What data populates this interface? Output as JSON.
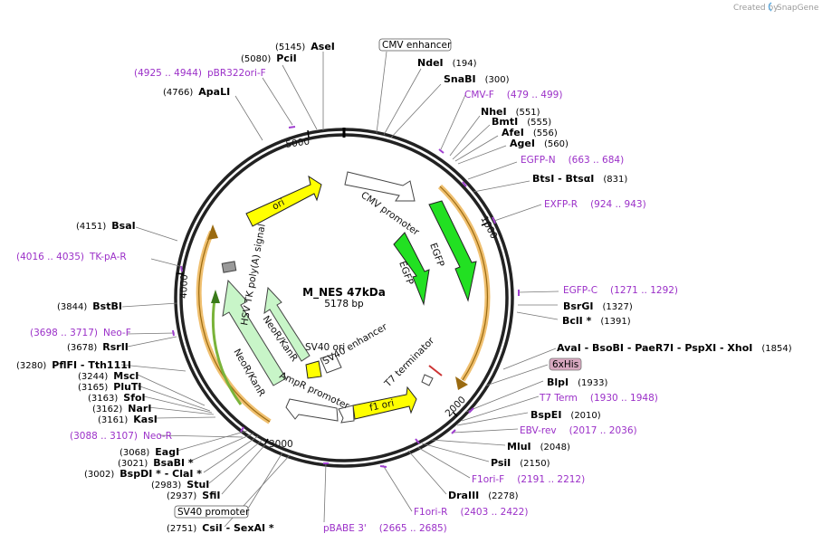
{
  "credit": {
    "created_by": "Created by",
    "brand": "SnapGene"
  },
  "plasmid": {
    "name": "M_NES 47kDa",
    "length": "5178 bp"
  },
  "ticks": [
    "1000",
    "2000",
    "3000",
    "4000",
    "5000"
  ],
  "features": [
    {
      "name": "CMV promoter",
      "type": "promoter"
    },
    {
      "name": "EGFP",
      "type": "cds"
    },
    {
      "name": "EGFP",
      "type": "cds"
    },
    {
      "name": "T7 terminator",
      "type": "terminator"
    },
    {
      "name": "f1 ori",
      "type": "origin"
    },
    {
      "name": "AmpR promoter",
      "type": "promoter"
    },
    {
      "name": "SV40 ori",
      "type": "origin"
    },
    {
      "name": "SV40 enhancer",
      "type": "enhancer"
    },
    {
      "name": "NeoR/KanR",
      "type": "cds"
    },
    {
      "name": "NeoR/KanR",
      "type": "cds"
    },
    {
      "name": "HSV TK poly(A) signal",
      "type": "polyA"
    },
    {
      "name": "ori",
      "type": "origin"
    }
  ],
  "sites": [
    {
      "name": "AseI",
      "pos": "(5145)"
    },
    {
      "name": "PciI",
      "pos": "(5080)"
    },
    {
      "name": "pBR322ori-F",
      "pos": "(4925 .. 4944)",
      "primer": true
    },
    {
      "name": "ApaLI",
      "pos": "(4766)"
    },
    {
      "name": "CMV enhancer",
      "boxed": true
    },
    {
      "name": "NdeI",
      "pos": "(194)"
    },
    {
      "name": "SnaBI",
      "pos": "(300)"
    },
    {
      "name": "CMV-F",
      "pos": "(479 .. 499)",
      "primer": true
    },
    {
      "name": "NheI",
      "pos": "(551)"
    },
    {
      "name": "BmtI",
      "pos": "(555)"
    },
    {
      "name": "AfeI",
      "pos": "(556)"
    },
    {
      "name": "AgeI",
      "pos": "(560)"
    },
    {
      "name": "EGFP-N",
      "pos": "(663 .. 684)",
      "primer": true
    },
    {
      "name": "BtsI",
      "extra": " - BtsαI",
      "pos": "(831)"
    },
    {
      "name": "EXFP-R",
      "pos": "(924 .. 943)",
      "primer": true
    },
    {
      "name": "BsaI",
      "pos": "(4151)"
    },
    {
      "name": "TK-pA-R",
      "pos": "(4016 .. 4035)",
      "primer": true
    },
    {
      "name": "EGFP-C",
      "pos": "(1271 .. 1292)",
      "primer": true
    },
    {
      "name": "BsrGI",
      "pos": "(1327)"
    },
    {
      "name": "BclI *",
      "pos": "(1391)"
    },
    {
      "name": "BstBI",
      "pos": "(3844)"
    },
    {
      "name": "Neo-F",
      "pos": "(3698 .. 3717)",
      "primer": true
    },
    {
      "name": "RsrII",
      "pos": "(3678)"
    },
    {
      "name": "AvaI",
      "extra": " - BsoBI - PaeR7I - PspXI - XhoI",
      "pos": "(1854)"
    },
    {
      "name": "6xHis",
      "boxed": true
    },
    {
      "name": "PflFI",
      "extra": " - Tth111I",
      "pos": "(3280)"
    },
    {
      "name": "MscI",
      "pos": "(3244)"
    },
    {
      "name": "PluTI",
      "pos": "(3165)"
    },
    {
      "name": "SfoI",
      "pos": "(3163)"
    },
    {
      "name": "NarI",
      "pos": "(3162)"
    },
    {
      "name": "KasI",
      "pos": "(3161)"
    },
    {
      "name": "BlpI",
      "pos": "(1933)"
    },
    {
      "name": "T7 Term",
      "pos": "(1930 .. 1948)",
      "primer": true
    },
    {
      "name": "BspEI",
      "pos": "(2010)"
    },
    {
      "name": "EBV-rev",
      "pos": "(2017 .. 2036)",
      "primer": true
    },
    {
      "name": "Neo-R",
      "pos": "(3088 .. 3107)",
      "primer": true
    },
    {
      "name": "MluI",
      "pos": "(2048)"
    },
    {
      "name": "EagI",
      "pos": "(3068)"
    },
    {
      "name": "BsaBI *",
      "pos": "(3021)"
    },
    {
      "name": "BspDI *",
      "extra": " - ClaI *",
      "pos": "(3002)"
    },
    {
      "name": "PsiI",
      "pos": "(2150)"
    },
    {
      "name": "F1ori-F",
      "pos": "(2191 .. 2212)",
      "primer": true
    },
    {
      "name": "StuI",
      "pos": "(2983)"
    },
    {
      "name": "SfiI",
      "pos": "(2937)"
    },
    {
      "name": "DraIII",
      "pos": "(2278)"
    },
    {
      "name": "SV40 promoter",
      "boxed": true
    },
    {
      "name": "F1ori-R",
      "pos": "(2403 .. 2422)",
      "primer": true
    },
    {
      "name": "CsiI",
      "extra": " - SexAI *",
      "pos": "(2751)"
    },
    {
      "name": "pBABE 3'",
      "primer": true
    },
    {
      "name": "",
      "pos": "(2665 .. 2685)",
      "primer": true
    }
  ]
}
